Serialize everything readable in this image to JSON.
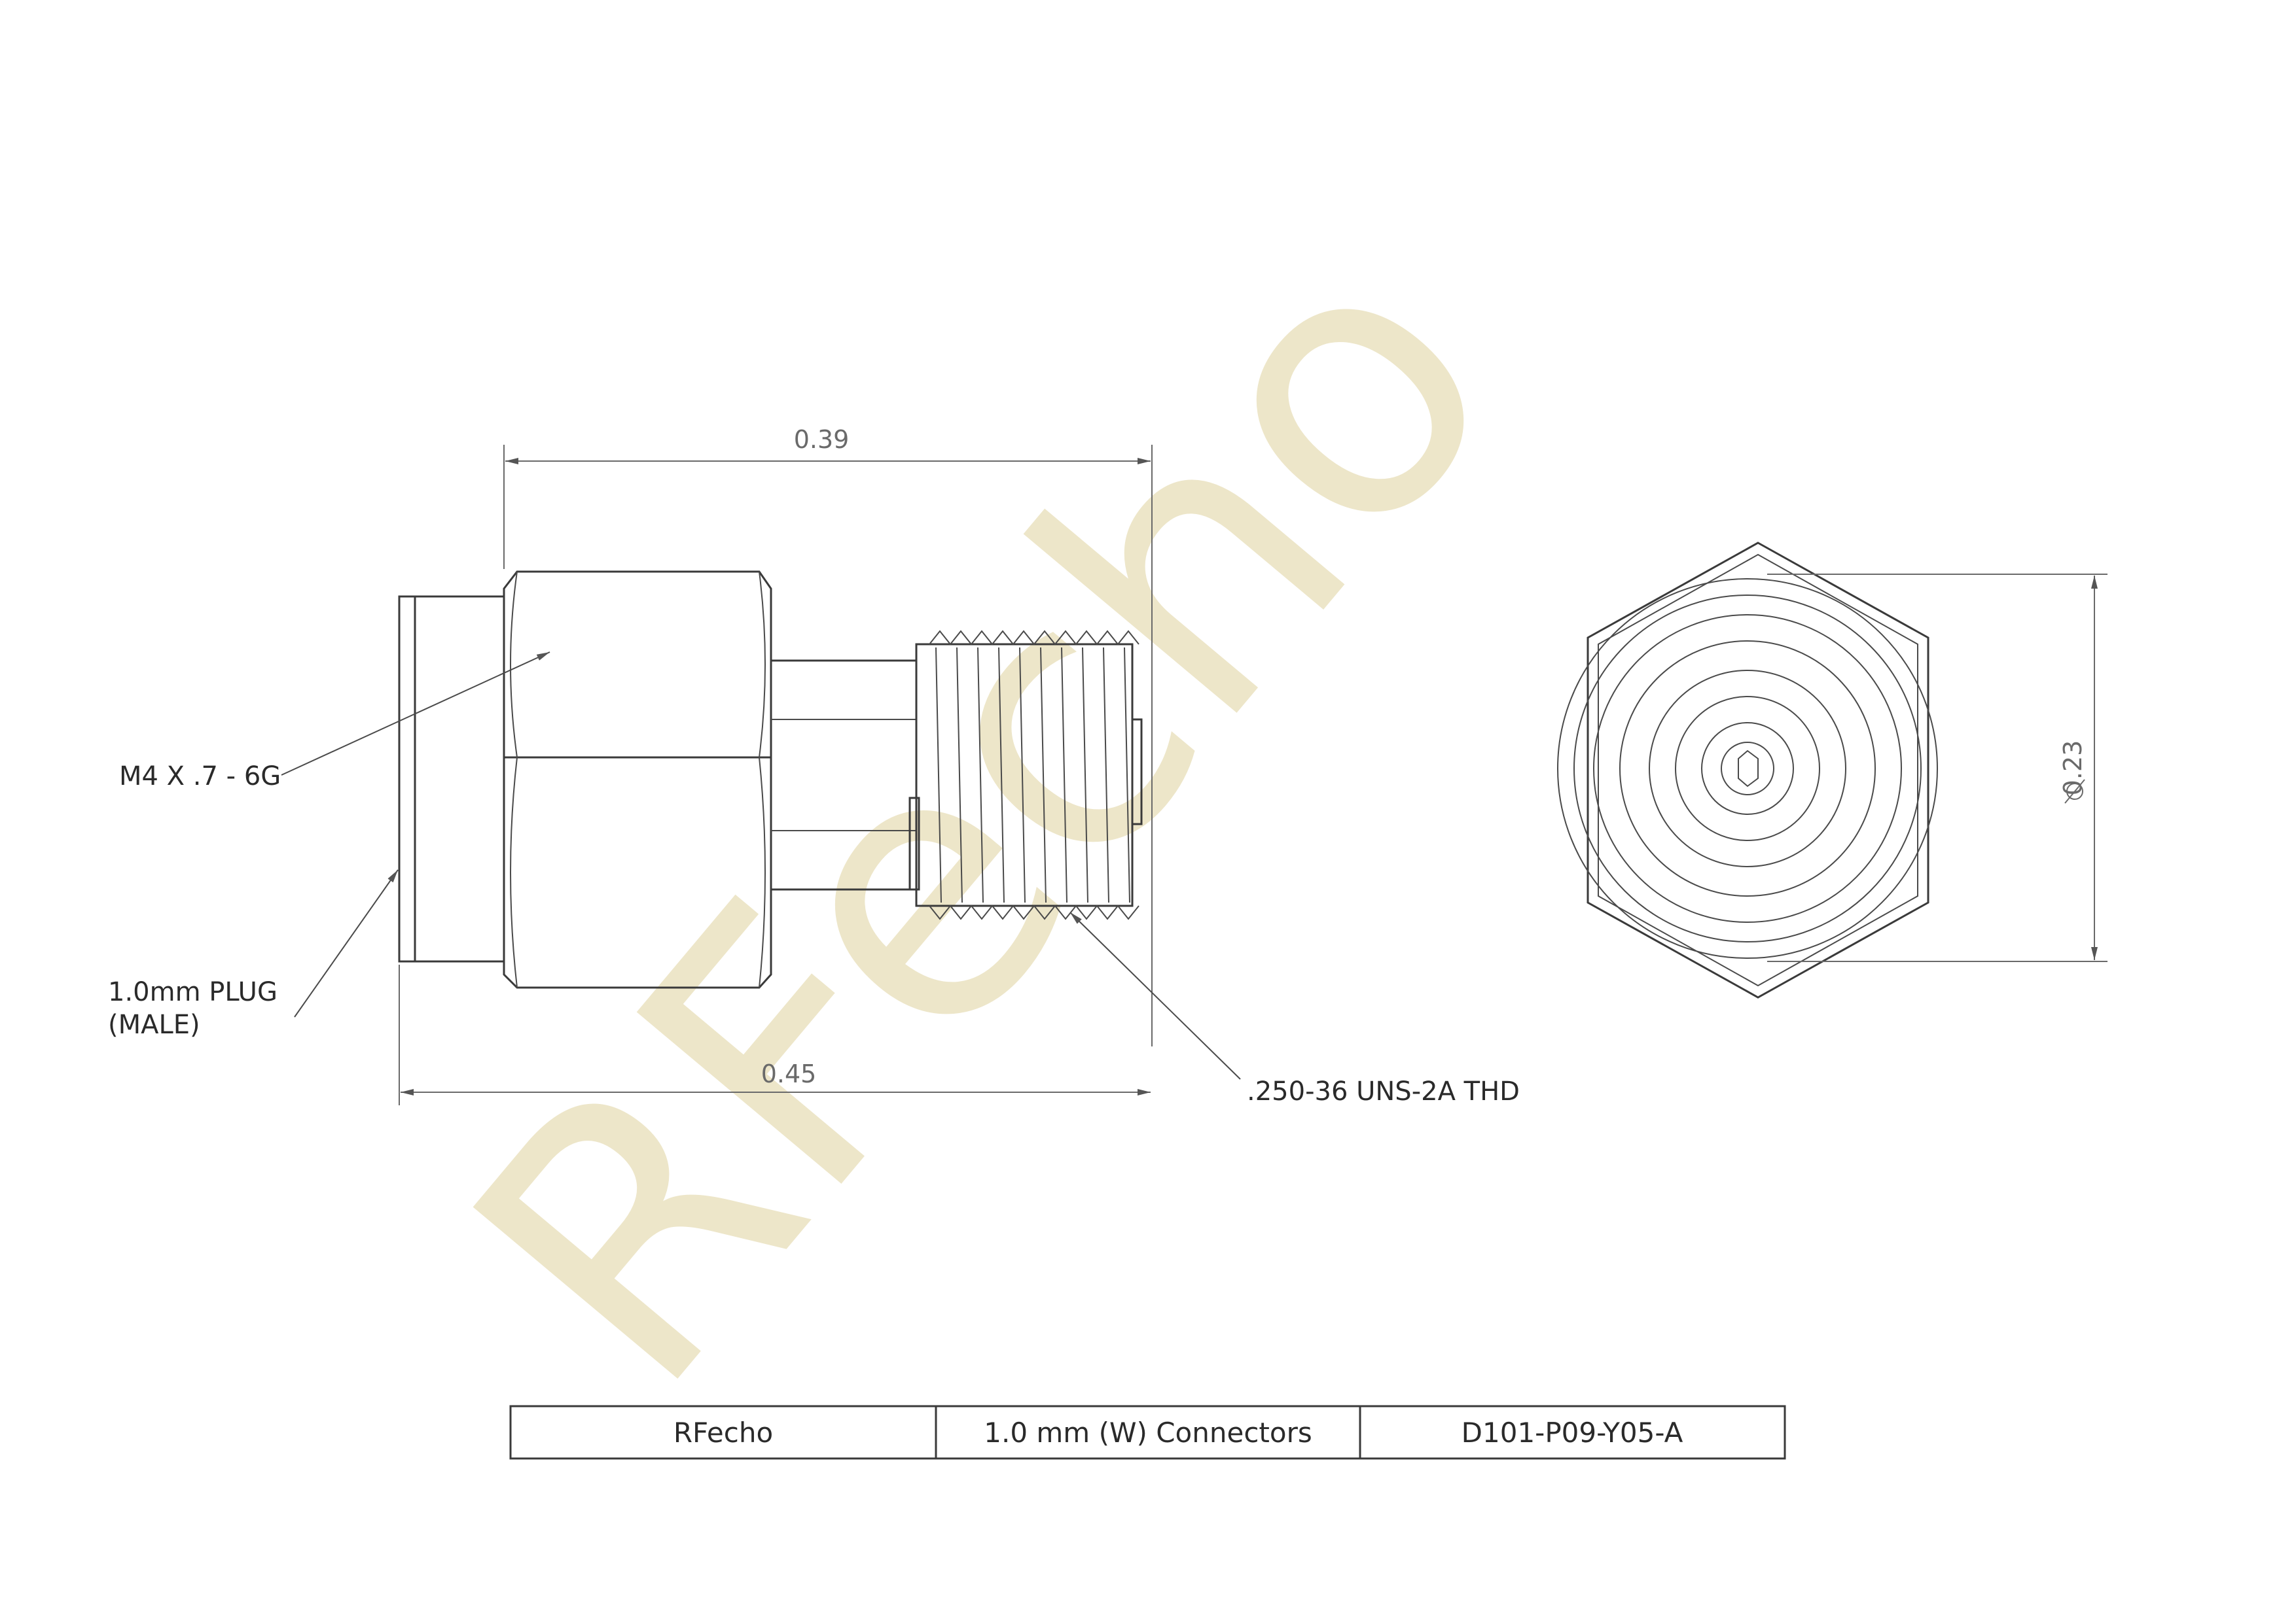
{
  "watermark": "RFecho",
  "dimensions": {
    "top_length": "0.39",
    "bottom_length": "0.45",
    "hex_diameter": "0.23"
  },
  "callouts": {
    "thread_nut": "M4 X .7 - 6G",
    "plug_line1": "1.0mm PLUG",
    "plug_line2": "(MALE)",
    "thread_shaft": ".250-36 UNS-2A THD"
  },
  "title_block": {
    "company": "RFecho",
    "series": "1.0 mm (W) Connectors",
    "part_number": "D101-P09-Y05-A"
  },
  "colors": {
    "watermark": "#ede6c9",
    "line": "#3a3a3a",
    "dimension": "#6a6a6a"
  }
}
